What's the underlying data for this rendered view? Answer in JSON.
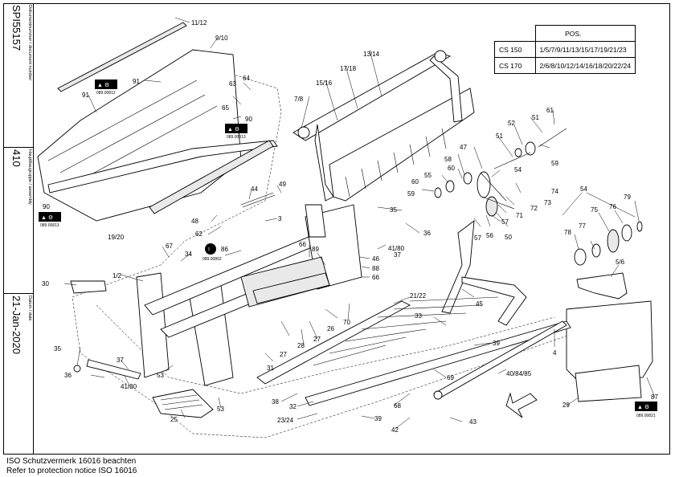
{
  "title_block": {
    "document_number_label": "Dokumentnummer / document number",
    "document_number": "SPI55157",
    "assembly_label": "Hauptbaugruppe / assembly",
    "assembly": "410",
    "date_label": "Datum / date",
    "date": "21-Jan-2020"
  },
  "position_table": {
    "header": "POS.",
    "rows": [
      {
        "model": "CS 150",
        "positions": "1/5/7/9/11/13/15/17/19/21/23"
      },
      {
        "model": "CS 170",
        "positions": "2/6/8/10/12/14/16/18/20/22/24"
      }
    ]
  },
  "part_labels": {
    "l_11_12": "11/12",
    "l_9_10": "9/10",
    "l_91a": "91",
    "l_91b": "91",
    "l_63": "63",
    "l_64": "64",
    "l_65": "65",
    "l_90a": "90",
    "l_90b": "90",
    "l_13_14": "13/14",
    "l_17_18": "17/18",
    "l_15_16": "15/16",
    "l_7_8": "7/8",
    "l_52": "52",
    "l_61": "61",
    "l_51a": "51",
    "l_51b": "51",
    "l_59a": "59",
    "l_47": "47",
    "l_58": "58",
    "l_55": "55",
    "l_60a": "60",
    "l_60b": "60",
    "l_59b": "59",
    "l_54a": "54",
    "l_74": "74",
    "l_73": "73",
    "l_72": "72",
    "l_71": "71",
    "l_57a": "57",
    "l_57b": "57",
    "l_56": "56",
    "l_50": "50",
    "l_54b": "54",
    "l_79": "79",
    "l_75": "75",
    "l_76": "76",
    "l_77": "77",
    "l_78": "78",
    "l_5_6": "5/6",
    "l_44": "44",
    "l_49": "49",
    "l_48": "48",
    "l_3": "3",
    "l_62": "62",
    "l_19_20": "19/20",
    "l_35a": "35",
    "l_36a": "36",
    "l_41_80a": "41/80",
    "l_37a": "37",
    "l_67": "67",
    "l_34": "34",
    "l_86": "86",
    "l_66a": "66",
    "l_89": "89",
    "l_46": "46",
    "l_88": "88",
    "l_66b": "66",
    "l_1_2": "1/2",
    "l_30": "30",
    "l_21_22": "21/22",
    "l_45": "45",
    "l_33": "33",
    "l_39a": "39",
    "l_4": "4",
    "l_70": "70",
    "l_26": "26",
    "l_27a": "27",
    "l_27b": "27",
    "l_28": "28",
    "l_31": "31",
    "l_35b": "35",
    "l_37b": "37",
    "l_36b": "36",
    "l_53a": "53",
    "l_53b": "53",
    "l_41_80b": "41/80",
    "l_25": "25",
    "l_69": "69",
    "l_40_84_85": "40/84/85",
    "l_38": "38",
    "l_32": "32",
    "l_68": "68",
    "l_23_24": "23/24",
    "l_39b": "39",
    "l_42": "42",
    "l_43": "43",
    "l_29": "29",
    "l_87": "87"
  },
  "warning_labels": {
    "w1": "089.00812",
    "w2": "089.00813",
    "w3": "089.00813",
    "w4": "089.00862",
    "w5": "089.00821"
  },
  "footer": {
    "line1": "ISO Schutzvermerk 16016 beachten",
    "line2": "Refer to protection notice ISO 16016"
  }
}
